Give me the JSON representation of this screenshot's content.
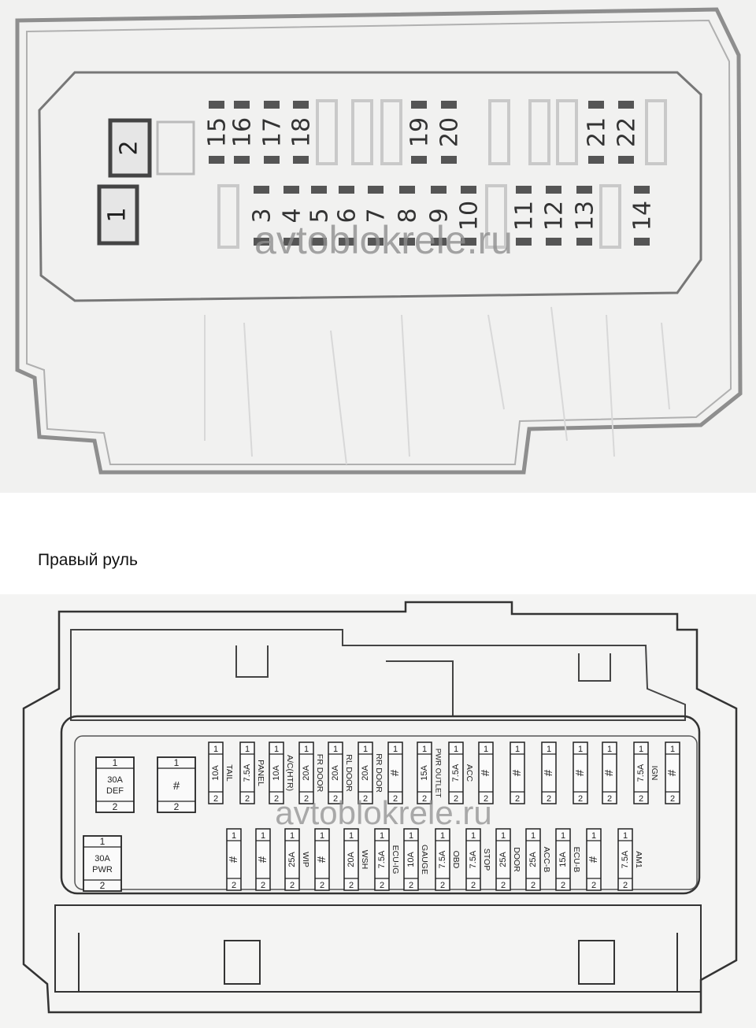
{
  "top": {
    "relay_labels": [
      "1",
      "2"
    ],
    "upper_fuse_numbers": [
      "15",
      "16",
      "17",
      "18",
      "19",
      "20",
      "21",
      "22"
    ],
    "lower_fuse_numbers": [
      "3",
      "4",
      "5",
      "6",
      "7",
      "8",
      "9",
      "10",
      "11",
      "12",
      "13",
      "14"
    ],
    "watermark": "avtoblokrele.ru"
  },
  "caption": "Правый руль",
  "bottom": {
    "watermark": "avtoblokrele.ru",
    "relays": [
      {
        "top": "1",
        "mid1": "30A",
        "mid2": "DEF",
        "bottom": "2"
      },
      {
        "top": "1",
        "mid1": "#",
        "mid2": "",
        "bottom": "2"
      },
      {
        "top": "1",
        "mid1": "30A",
        "mid2": "PWR",
        "bottom": "2"
      }
    ],
    "upper_fuses": [
      {
        "rating": "10A",
        "name": "TAIL"
      },
      {
        "rating": "7.5A",
        "name": "PANEL"
      },
      {
        "rating": "10A",
        "name": "A/C(HTR)"
      },
      {
        "rating": "20A",
        "name": "FR DOOR"
      },
      {
        "rating": "20A",
        "name": "RL DOOR"
      },
      {
        "rating": "20A",
        "name": "RR DOOR"
      },
      {
        "rating": "#",
        "name": ""
      },
      {
        "rating": "15A",
        "name": "PWR OUTLET"
      },
      {
        "rating": "7.5A",
        "name": "ACC"
      },
      {
        "rating": "#",
        "name": ""
      },
      {
        "rating": "#",
        "name": ""
      },
      {
        "rating": "#",
        "name": ""
      },
      {
        "rating": "#",
        "name": ""
      },
      {
        "rating": "#",
        "name": ""
      },
      {
        "rating": "7.5A",
        "name": "IGN"
      },
      {
        "rating": "#",
        "name": ""
      }
    ],
    "lower_fuses": [
      {
        "rating": "#",
        "name": ""
      },
      {
        "rating": "#",
        "name": ""
      },
      {
        "rating": "25A",
        "name": "WIP"
      },
      {
        "rating": "#",
        "name": ""
      },
      {
        "rating": "20A",
        "name": "WSH"
      },
      {
        "rating": "7.5A",
        "name": "ECU-IG"
      },
      {
        "rating": "10A",
        "name": "GAUGE"
      },
      {
        "rating": "7.5A",
        "name": "OBD"
      },
      {
        "rating": "7.5A",
        "name": "STOP"
      },
      {
        "rating": "25A",
        "name": "DOOR"
      },
      {
        "rating": "25A",
        "name": "ACC-B"
      },
      {
        "rating": "15A",
        "name": "ECU-B"
      },
      {
        "rating": "#",
        "name": ""
      },
      {
        "rating": "7.5A",
        "name": "AM1"
      }
    ],
    "pin_low": "2",
    "pin_high": "1"
  }
}
